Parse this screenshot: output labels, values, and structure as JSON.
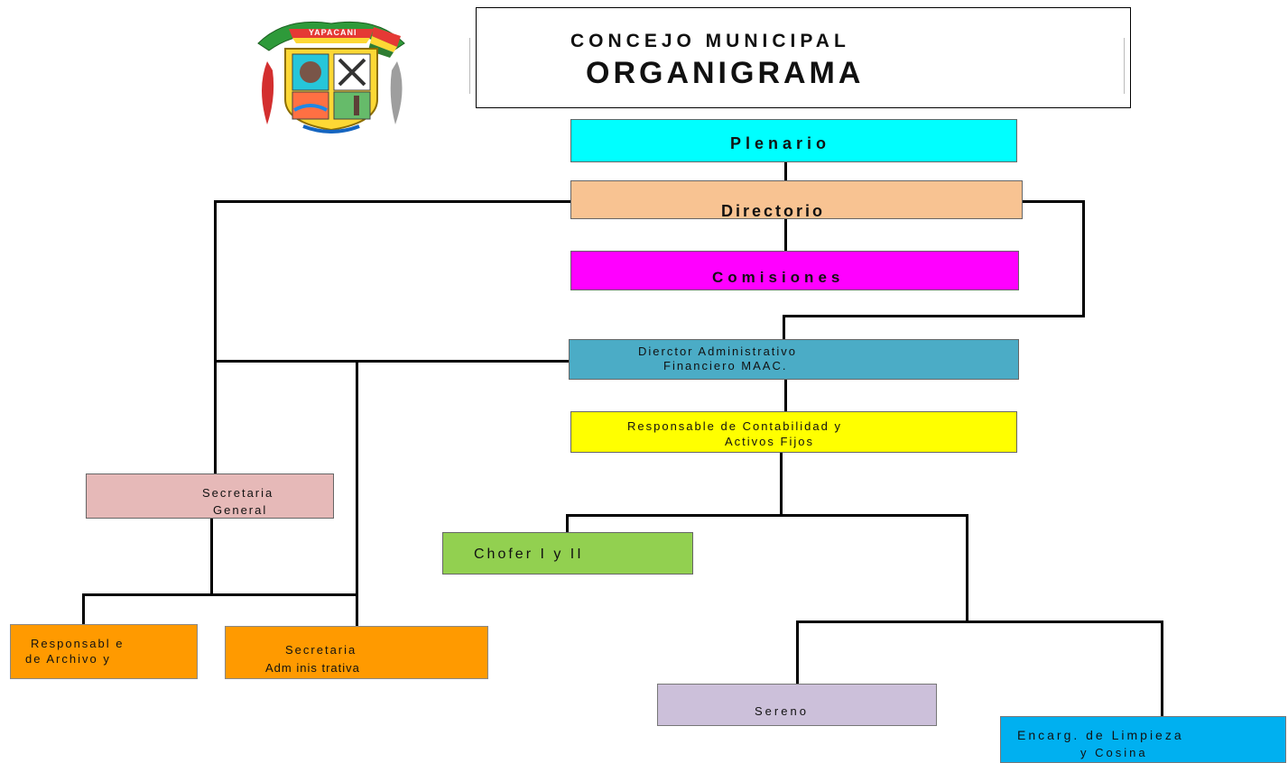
{
  "header": {
    "council": "CONCEJO MUNICIPAL",
    "title": "ORGANIGRAMA",
    "logo_text": "YAPACANI"
  },
  "nodes": {
    "plenario": "Plenario",
    "directorio": "Directorio",
    "comisiones": "Comisiones",
    "director_line1": "Dierctor Administrativo",
    "director_line2": "Financiero MAAC.",
    "contabilidad_line1": "Responsable de Contabilidad  y",
    "contabilidad_line2": "Activos Fijos",
    "secretaria_general_line1": "Secretaria",
    "secretaria_general_line2": "General",
    "chofer": "Chofer I y  II",
    "archivo_line1": "Responsabl  e",
    "archivo_line2": "de Archivo  y",
    "secretaria_admin_line1": "Secretaria",
    "secretaria_admin_line2": "Adm inis trativa",
    "sereno": "Sereno",
    "limpieza_line1": "Encarg. de Limpieza",
    "limpieza_line2": "y Cosina"
  },
  "colors": {
    "plenario": "#00ffff",
    "directorio": "#f8c392",
    "comisiones": "#ff00ff",
    "director": "#4bacc6",
    "contabilidad": "#ffff00",
    "secretaria_general": "#e6b9b8",
    "chofer": "#92d050",
    "archivo": "#ff9a00",
    "secretaria_admin": "#ff9a00",
    "sereno": "#ccc0da",
    "limpieza": "#00b0f0"
  }
}
